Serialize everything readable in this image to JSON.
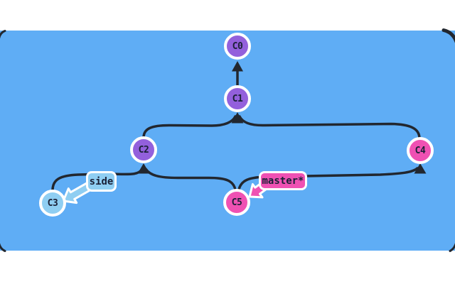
{
  "figure": {
    "type": "git-commit-graph"
  },
  "palette": {
    "letterbox_white": "#ffffff",
    "canvas_blue": "#5fadf5",
    "commit_purple": "#9360dc",
    "commit_pink": "#ef51b3",
    "commit_light_blue": "#8fcef2",
    "node_ring": "#ffffff",
    "edge_dark": "#22272f",
    "label_text": "#1a2036"
  },
  "nodes": [
    {
      "id": "C0",
      "label": "C0",
      "color": "commit_purple"
    },
    {
      "id": "C1",
      "label": "C1",
      "color": "commit_purple"
    },
    {
      "id": "C2",
      "label": "C2",
      "color": "commit_purple"
    },
    {
      "id": "C3",
      "label": "C3",
      "color": "commit_light_blue"
    },
    {
      "id": "C4",
      "label": "C4",
      "color": "commit_pink"
    },
    {
      "id": "C5",
      "label": "C5",
      "color": "commit_pink"
    }
  ],
  "edges": [
    {
      "from": "C1",
      "to": "C0"
    },
    {
      "from": "C2",
      "to": "C1"
    },
    {
      "from": "C4",
      "to": "C1"
    },
    {
      "from": "C3",
      "to": "C2"
    },
    {
      "from": "C5",
      "to": "C2"
    },
    {
      "from": "C5",
      "to": "C4"
    }
  ],
  "branch_labels": [
    {
      "label": "side",
      "points_to": "C3",
      "color": "commit_light_blue"
    },
    {
      "label": "master*",
      "points_to": "C5",
      "color": "commit_pink",
      "current": true
    }
  ]
}
